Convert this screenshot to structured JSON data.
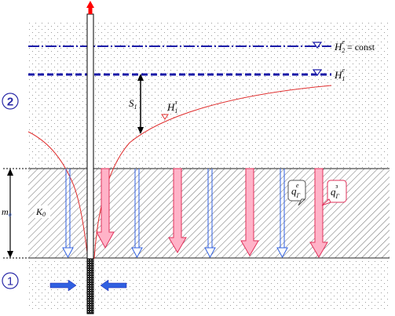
{
  "diagram": {
    "colors": {
      "dot": "#9a9a9a",
      "hatch": "#6e6e6e",
      "water_level": "#1a1aa8",
      "depression_curve": "#e03030",
      "flow_arrow_blue": "#3060e0",
      "flow_arrow_pink": "#ffb3c8",
      "flow_arrow_pink_stroke": "#e0305a",
      "label_circle": "#2a2aa8",
      "well_arrow": "#ff0000"
    },
    "labels": {
      "level_h2": {
        "main": "H",
        "sub": "2",
        "sup": "e",
        "tail": " = const"
      },
      "level_h1": {
        "main": "H",
        "sub": "1",
        "sup": "e"
      },
      "drawdown": {
        "main": "S",
        "sub": "1"
      },
      "depression": {
        "main": "H",
        "sub": "1",
        "sup": "з"
      },
      "thickness": {
        "main": "m",
        "sub": "o"
      },
      "conductivity": {
        "main": "K",
        "sub": "0"
      },
      "flux_natural": {
        "main": "q",
        "sub": "Г",
        "sup": "е"
      },
      "flux_disturbed": {
        "main": "q",
        "sub": "Г",
        "sup": "з"
      },
      "aquifer_top_number": "2",
      "aquifer_bottom_number": "1"
    },
    "icons": [
      "water-level-triangle-icon",
      "well-arrow-up-icon",
      "flow-arrow-right-icon",
      "flow-arrow-left-icon"
    ]
  }
}
